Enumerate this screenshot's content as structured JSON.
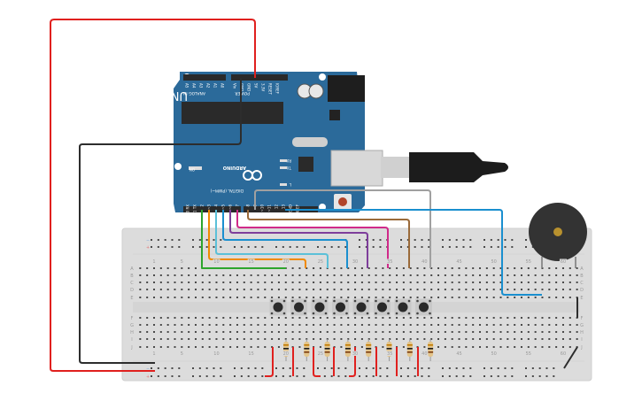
{
  "canvas": {
    "background": "#ffffff"
  },
  "arduino": {
    "model_label": "UNO",
    "brand_label": "ARDUINO",
    "digital_label": "DIGITAL (PWM~)",
    "power_label": "POWER",
    "analog_label": "ANALOG IN",
    "on_label": "ON",
    "led_labels": [
      "RX",
      "TX",
      "L"
    ],
    "analog_pins": [
      "A0",
      "A1",
      "A2",
      "A3",
      "A4",
      "A5"
    ],
    "power_pins": [
      "IOREF",
      "RESET",
      "3.3V",
      "5V",
      "GND",
      "GND",
      "Vin"
    ],
    "digital_pins": [
      "0 RX",
      "1 TX",
      "2",
      "~3",
      "4",
      "~5",
      "~6",
      "7",
      "8",
      "~9",
      "~10",
      "~11",
      "12",
      "13",
      "GND",
      "AREF"
    ],
    "board_color": "#2b6a9a"
  },
  "breadboard": {
    "column_numbers": [
      "1",
      "5",
      "10",
      "15",
      "20",
      "25",
      "30",
      "35",
      "40",
      "45",
      "50",
      "55",
      "60"
    ],
    "row_letters_top": [
      "A",
      "B",
      "C",
      "D",
      "E"
    ],
    "row_letters_bottom": [
      "F",
      "G",
      "H",
      "I",
      "J"
    ],
    "rail_signs": [
      "−",
      "+"
    ],
    "pushbutton_count": 8,
    "resistor_count": 8
  },
  "wires": [
    {
      "name": "5v",
      "color": "#e0201e"
    },
    {
      "name": "gnd",
      "color": "#2d2d2d"
    },
    {
      "name": "pin2",
      "color": "#2da52d"
    },
    {
      "name": "pin3",
      "color": "#f08a00"
    },
    {
      "name": "pin4",
      "color": "#5bc0d8"
    },
    {
      "name": "pin5",
      "color": "#1a8fcf"
    },
    {
      "name": "pin6",
      "color": "#7e3e9b"
    },
    {
      "name": "pin7",
      "color": "#d02a8a"
    },
    {
      "name": "pin8",
      "color": "#9a6a3a"
    },
    {
      "name": "pin9",
      "color": "#a0a0a0"
    },
    {
      "name": "pin13",
      "color": "#1a8fcf"
    }
  ],
  "buzzer": {
    "color": "#333333",
    "center_color": "#b8912e"
  }
}
